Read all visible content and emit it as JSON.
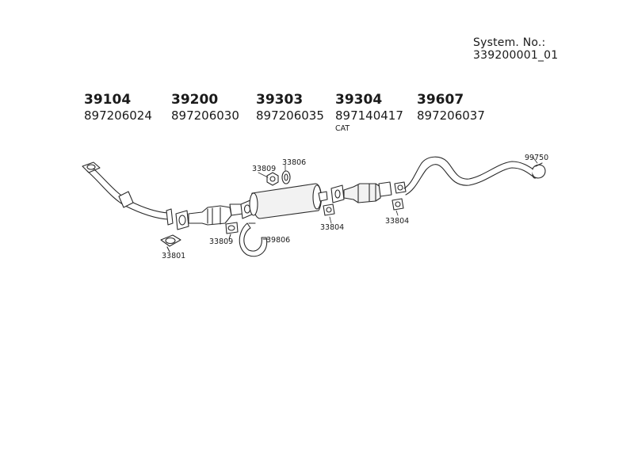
{
  "system_number": "System. No.: 339200001_01",
  "parts": [
    {
      "part_no": "39104",
      "oe_no": "897206024",
      "note": ""
    },
    {
      "part_no": "39200",
      "oe_no": "897206030",
      "note": ""
    },
    {
      "part_no": "39303",
      "oe_no": "897206035",
      "note": ""
    },
    {
      "part_no": "39304",
      "oe_no": "897140417",
      "note": "CAT"
    },
    {
      "part_no": "39607",
      "oe_no": "897206037",
      "note": ""
    }
  ],
  "callouts": {
    "c33801": "33801",
    "c33809a": "33809",
    "c39806": "39806",
    "c33809b": "33809",
    "c33806": "33806",
    "c33804a": "33804",
    "c33804b": "33804",
    "c99750": "99750"
  },
  "colors": {
    "line": "#2a2a2a",
    "fill": "#ffffff",
    "part_gray": "#d9d9d9"
  }
}
